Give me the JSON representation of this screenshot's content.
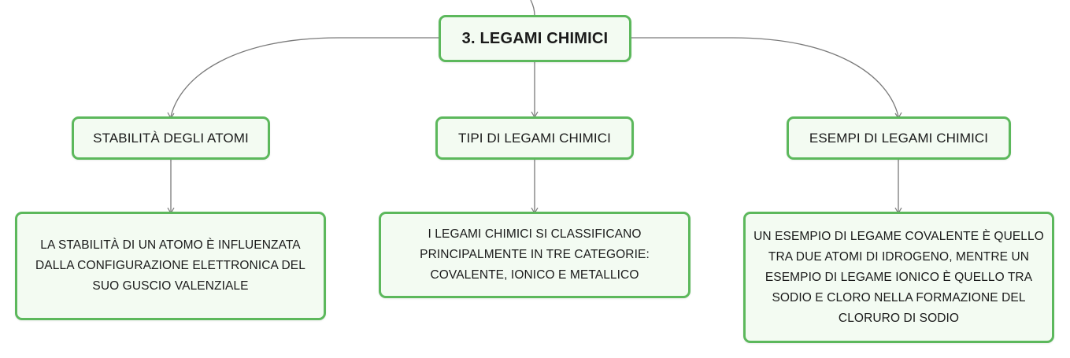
{
  "map": {
    "root": {
      "label": "3. LEGAMI CHIMICI"
    },
    "branches": [
      {
        "title": "STABILITÀ DEGLI ATOMI",
        "detail": "LA STABILITÀ DI UN ATOMO È INFLUENZATA DALLA CONFIGURAZIONE ELETTRONICA DEL SUO GUSCIO VALENZIALE"
      },
      {
        "title": "TIPI DI LEGAMI CHIMICI",
        "detail": "I LEGAMI CHIMICI SI CLASSIFICANO PRINCIPALMENTE IN TRE CATEGORIE: COVALENTE, IONICO E METALLICO"
      },
      {
        "title": "ESEMPI DI LEGAMI CHIMICI",
        "detail": "UN ESEMPIO DI LEGAME COVALENTE È QUELLO TRA DUE ATOMI DI IDROGENO, MENTRE UN ESEMPIO DI LEGAME IONICO È QUELLO TRA SODIO E CLORO NELLA FORMAZIONE DEL CLORURO DI SODIO"
      }
    ]
  },
  "colors": {
    "node_border": "#5cb85c",
    "node_fill": "#f3fbf2",
    "connector": "#7a7a7a",
    "text": "#1a1a1a"
  }
}
